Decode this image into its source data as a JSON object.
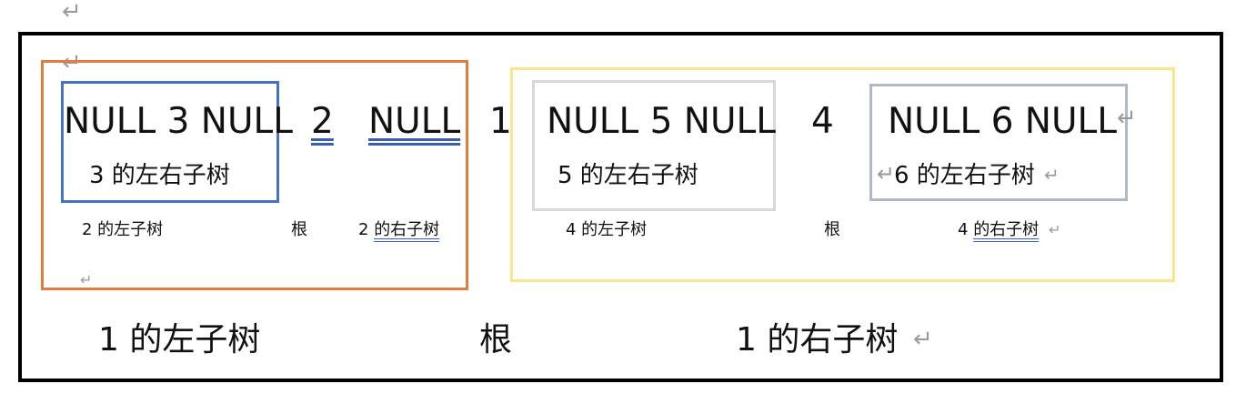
{
  "colors": {
    "outer": "#000000",
    "orange": "#e07e3a",
    "blue": "#4472c4",
    "yellow": "#fce58f",
    "gray_box": "#d8d8d8",
    "slate_box": "#adb8c8",
    "return_mark": "#9a9a9a"
  },
  "marks": {
    "return_glyph": "↵"
  },
  "left": {
    "inner_text": "NULL 3 NULL",
    "inner_caption": "3 的左右子树",
    "root_num": "2",
    "right_text": "NULL",
    "label_left": "2 的左子树",
    "label_root": "根",
    "label_right_prefix": "2 ",
    "label_right_underlined": "的右子树"
  },
  "center": {
    "root_num": "1"
  },
  "right": {
    "box1_text": "NULL 5 NULL",
    "box1_caption": "5 的左右子树",
    "root_num": "4",
    "box2_text": "NULL 6 NULL",
    "box2_caption": "6 的左右子树",
    "label_left": "4 的左子树",
    "label_root": "根",
    "label_right_prefix": "4 ",
    "label_right_underlined": "的右子树"
  },
  "bottom": {
    "left": "1 的左子树",
    "root": "根",
    "right": "1 的右子树"
  }
}
